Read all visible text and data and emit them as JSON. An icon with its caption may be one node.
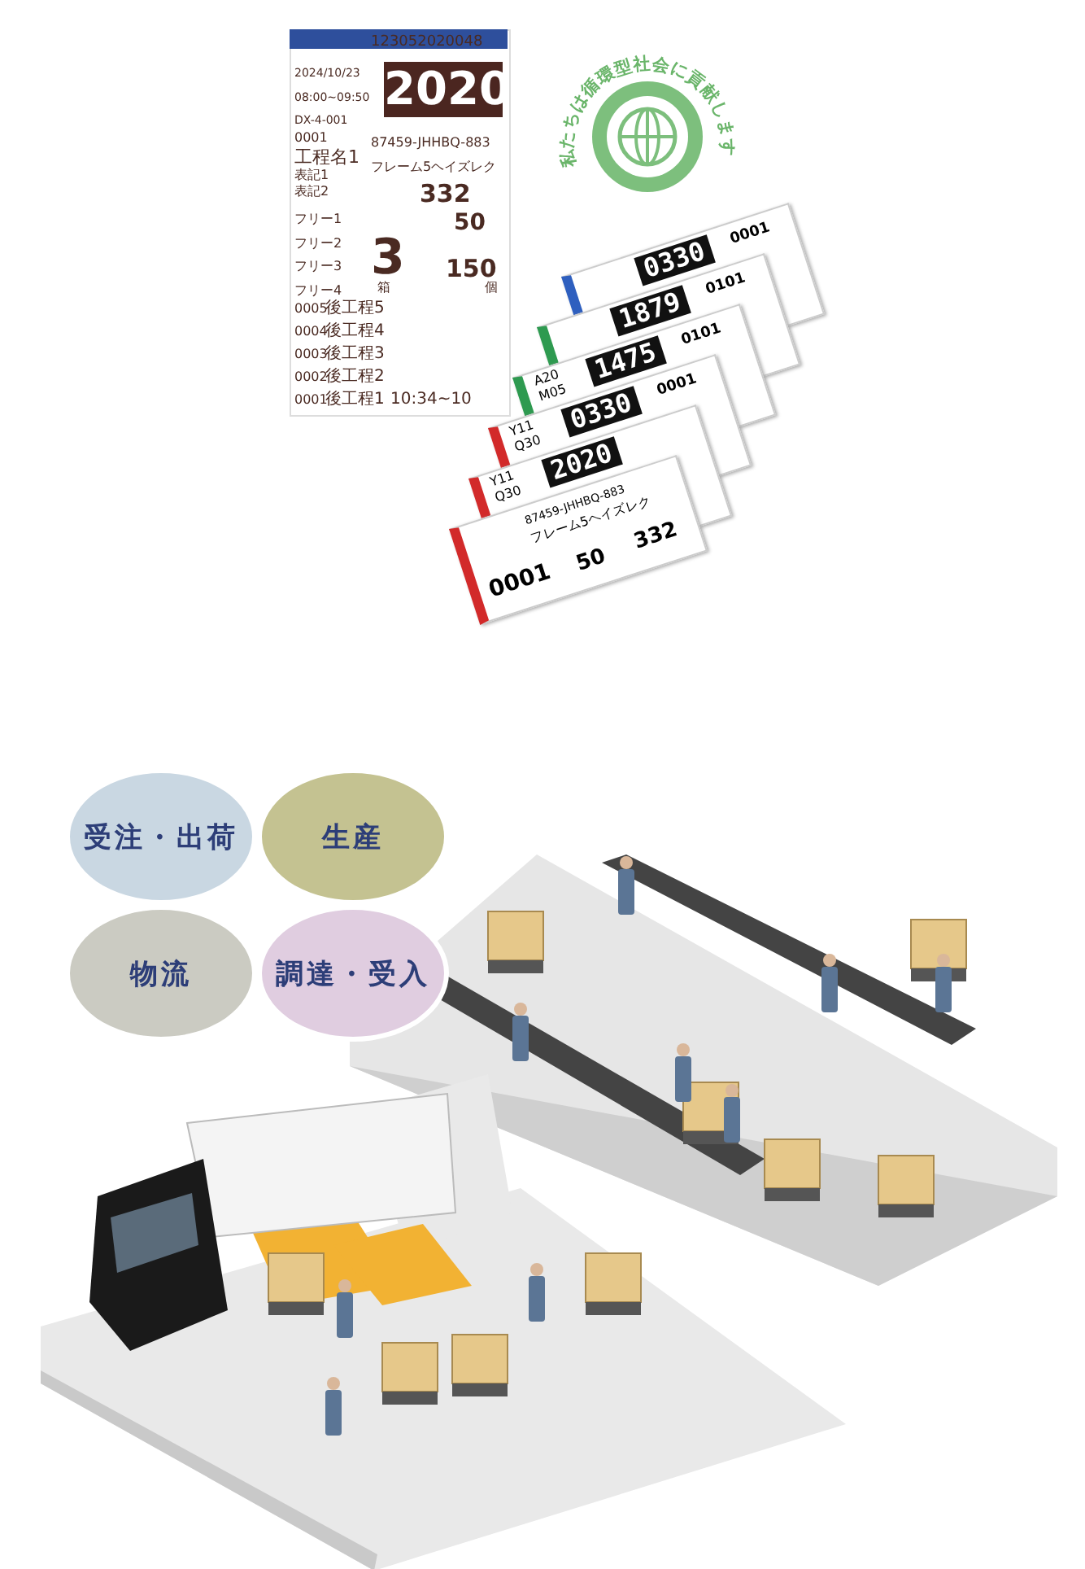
{
  "diagram": {
    "nodes": [
      {
        "text": [
          "私たちは循環型社会に貢献します"
        ]
      },
      {
        "text": [
          "受注・出荷"
        ]
      },
      {
        "text": [
          "生産"
        ]
      },
      {
        "text": [
          "物流"
        ]
      },
      {
        "text": [
          "調達・受入"
        ]
      }
    ],
    "labels": [
      "123052020048",
      "2024/10/23",
      "08:00~09:50",
      "DX-4-001",
      "2020",
      "0001",
      "工程名1",
      "87459-JHHBQ-883",
      "フレーム5ヘイズレク",
      "表記1",
      "表記2",
      "332",
      "50",
      "フリー1",
      "フリー2",
      "フリー3",
      "フリー4",
      "3",
      "箱",
      "150",
      "個",
      "0005",
      "後工程5",
      "0004",
      "後工程4",
      "0003",
      "後工程3",
      "0002",
      "後工程2",
      "0001",
      "後工程1",
      "10:34~10",
      "0330",
      "0001",
      "1879",
      "0101",
      "1475",
      "0101",
      "A20",
      "M05",
      "0330",
      "0001",
      "Y11",
      "Q30",
      "2020",
      "Y11",
      "Q30",
      "87459-JHHBQ-883",
      "フレーム5ヘイズレク",
      "0001",
      "50",
      "332"
    ]
  }
}
